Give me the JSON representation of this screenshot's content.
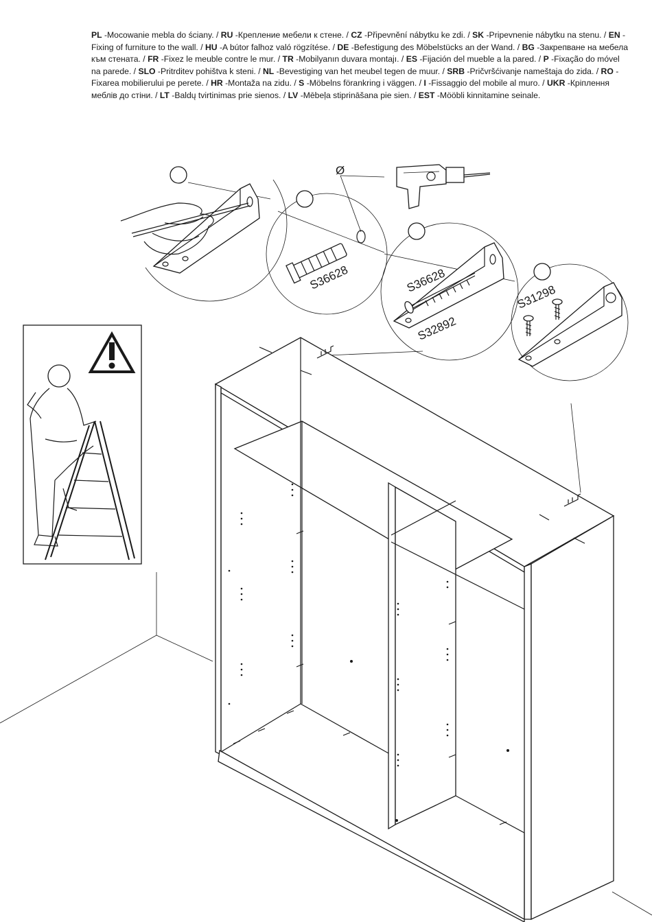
{
  "instructions": [
    {
      "code": "PL",
      "text": "-Mocowanie mebla do ściany."
    },
    {
      "code": "RU",
      "text": "-Крепление мебели к стене."
    },
    {
      "code": "CZ",
      "text": "-Připevnění nábytku ke zdi."
    },
    {
      "code": "SK",
      "text": "-Pripevnenie nábytku na stenu."
    },
    {
      "code": "EN",
      "text": "-Fixing of furniture to the wall."
    },
    {
      "code": "HU",
      "text": "-A bútor falhoz való rögzítése."
    },
    {
      "code": "DE",
      "text": "-Befestigung des Möbelstücks an der Wand."
    },
    {
      "code": "BG",
      "text": "-Закрепване на мебела към стената."
    },
    {
      "code": "FR",
      "text": "-Fixez le meuble contre le mur."
    },
    {
      "code": "TR",
      "text": "-Mobilyanın duvara montajı."
    },
    {
      "code": "ES",
      "text": "-Fijación del mueble a la pared."
    },
    {
      "code": "P",
      "text": "-Fixação do móvel na parede."
    },
    {
      "code": "SLO",
      "text": "-Pritrditev pohištva k steni."
    },
    {
      "code": "NL",
      "text": "-Bevestiging van het meubel tegen de muur."
    },
    {
      "code": "SRB",
      "text": "-Pričvršćivanje nameštaja do zida."
    },
    {
      "code": "RO",
      "text": "-Fixarea mobilierului pe perete."
    },
    {
      "code": "HR",
      "text": "-Montaža na zidu."
    },
    {
      "code": "S",
      "text": "-Möbelns förankring i väggen."
    },
    {
      "code": "I",
      "text": "-Fissaggio del mobile al muro."
    },
    {
      "code": "UKR",
      "text": "-Кріплення меблів до стіни."
    },
    {
      "code": "LT",
      "text": "-Baldų tvirtinimas prie sienos."
    },
    {
      "code": "LV",
      "text": "-Mēbeļa stiprināšana pie sien."
    },
    {
      "code": "EST",
      "text": "-Mööbli kinnitamine seinale."
    }
  ],
  "parts": {
    "dowel": "S36628",
    "screw": "S36628",
    "bracket": "S32892",
    "top_screw": "S31298"
  },
  "symbols": {
    "drill_diameter": "Ø",
    "warning": "!"
  },
  "icons": [
    "pencil-marking-icon",
    "wall-plug-icon",
    "drill-icon",
    "bracket-icon",
    "warning-icon",
    "person-on-ladder-icon",
    "wardrobe-icon"
  ]
}
